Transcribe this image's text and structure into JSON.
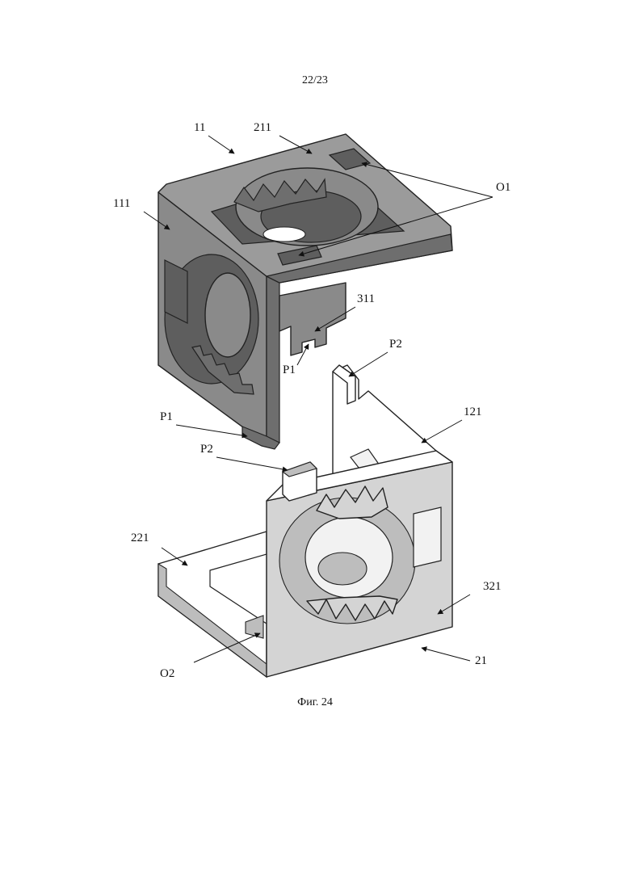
{
  "page_number": "22/23",
  "caption": "Фиг. 24",
  "labels": {
    "l11": "11",
    "l211": "211",
    "l111": "111",
    "lO1": "O1",
    "l311": "311",
    "lP2_top": "P2",
    "lP1_mid": "P1",
    "lP1_left": "P1",
    "l121": "121",
    "lP2_left": "P2",
    "l221": "221",
    "l321": "321",
    "lO2": "O2",
    "l21": "21"
  },
  "colors": {
    "upper_part": "#8a8a8a",
    "lower_part": "#d4d4d4",
    "background": "#ffffff"
  }
}
